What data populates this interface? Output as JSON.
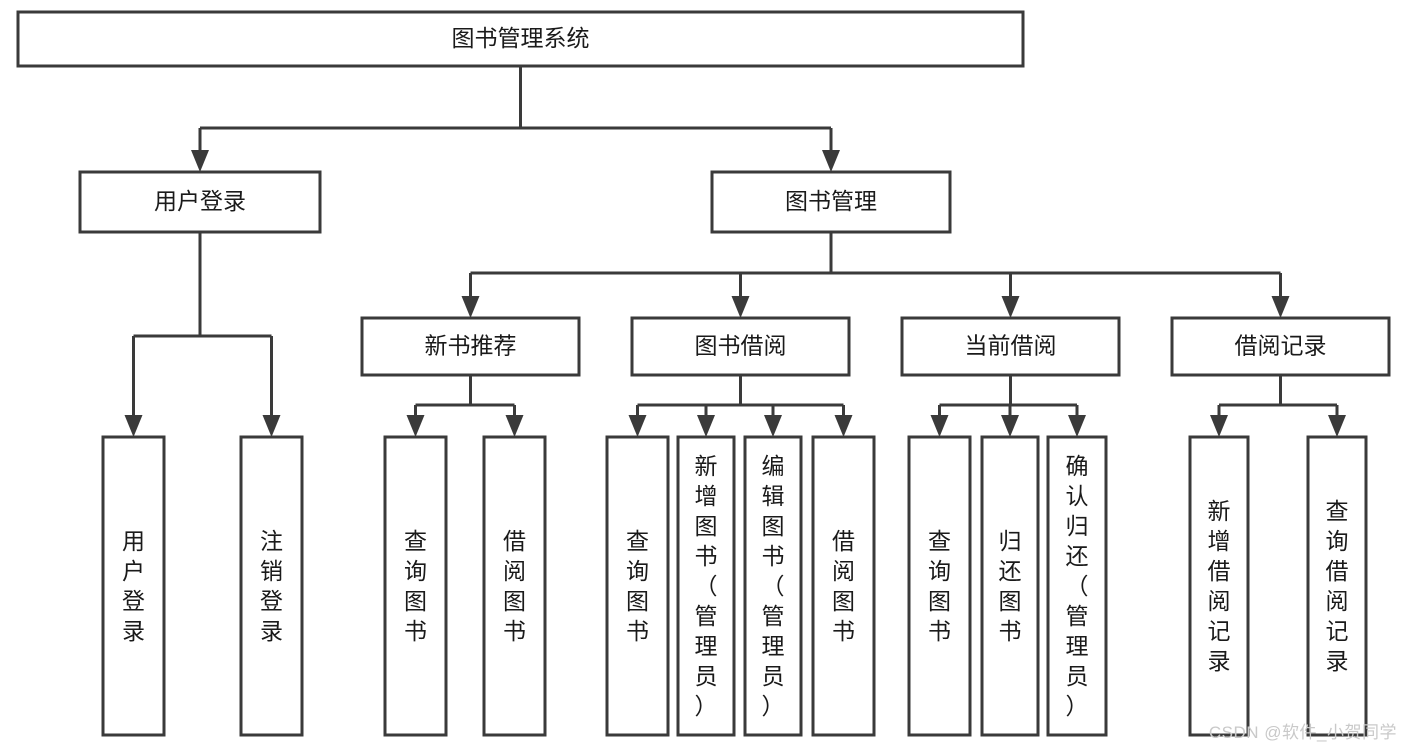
{
  "diagram": {
    "type": "tree-hierarchy",
    "title": "图书管理系统",
    "watermark": "CSDN @软件_小贺同学",
    "colors": {
      "background": "#ffffff",
      "stroke": "#3a3a3a",
      "box_fill": "#ffffff",
      "text": "#1a1a1a",
      "watermark": "#c9c9c9"
    },
    "root": {
      "label": "图书管理系统",
      "orientation": "horizontal"
    },
    "level2": [
      {
        "id": "user-login",
        "label": "用户登录",
        "orientation": "horizontal"
      },
      {
        "id": "book-management",
        "label": "图书管理",
        "orientation": "horizontal"
      }
    ],
    "level3": [
      {
        "id": "new-book-recommend",
        "label": "新书推荐",
        "orientation": "horizontal",
        "parent": "book-management"
      },
      {
        "id": "book-borrow",
        "label": "图书借阅",
        "orientation": "horizontal",
        "parent": "book-management"
      },
      {
        "id": "current-borrow",
        "label": "当前借阅",
        "orientation": "horizontal",
        "parent": "book-management"
      },
      {
        "id": "borrow-record",
        "label": "借阅记录",
        "orientation": "horizontal",
        "parent": "book-management"
      }
    ],
    "leaves": [
      {
        "id": "leaf-user-login",
        "label": "用户登录",
        "orientation": "vertical",
        "parent": "user-login"
      },
      {
        "id": "leaf-logout",
        "label": "注销登录",
        "orientation": "vertical",
        "parent": "user-login"
      },
      {
        "id": "leaf-query-book-1",
        "label": "查询图书",
        "orientation": "vertical",
        "parent": "new-book-recommend"
      },
      {
        "id": "leaf-borrow-book-1",
        "label": "借阅图书",
        "orientation": "vertical",
        "parent": "new-book-recommend"
      },
      {
        "id": "leaf-query-book-2",
        "label": "查询图书",
        "orientation": "vertical",
        "parent": "book-borrow"
      },
      {
        "id": "leaf-add-book",
        "label": "新增图书（管理员）",
        "orientation": "vertical",
        "parent": "book-borrow"
      },
      {
        "id": "leaf-edit-book",
        "label": "编辑图书（管理员）",
        "orientation": "vertical",
        "parent": "book-borrow"
      },
      {
        "id": "leaf-borrow-book-2",
        "label": "借阅图书",
        "orientation": "vertical",
        "parent": "book-borrow"
      },
      {
        "id": "leaf-query-book-3",
        "label": "查询图书",
        "orientation": "vertical",
        "parent": "current-borrow"
      },
      {
        "id": "leaf-return-book",
        "label": "归还图书",
        "orientation": "vertical",
        "parent": "current-borrow"
      },
      {
        "id": "leaf-confirm-return",
        "label": "确认归还（管理员）",
        "orientation": "vertical",
        "parent": "current-borrow"
      },
      {
        "id": "leaf-add-record",
        "label": "新增借阅记录",
        "orientation": "vertical",
        "parent": "borrow-record"
      },
      {
        "id": "leaf-query-record",
        "label": "查询借阅记录",
        "orientation": "vertical",
        "parent": "borrow-record"
      }
    ]
  }
}
